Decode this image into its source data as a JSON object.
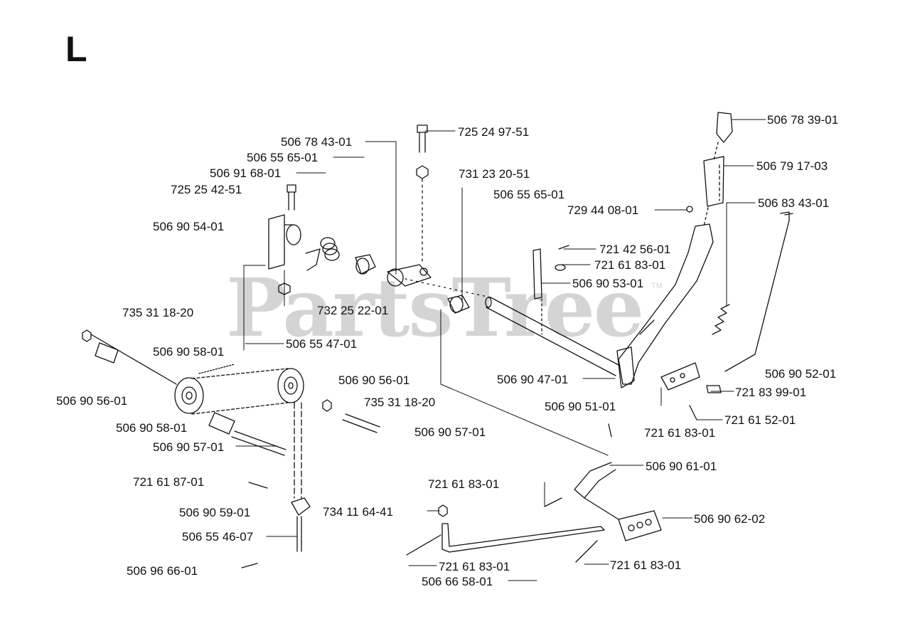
{
  "section_letter": "L",
  "watermark": "PartsTree",
  "watermark_tm": "TM",
  "part_labels": [
    "506 78 39-01",
    "725 24 97-51",
    "506 78 43-01",
    "506 55 65-01",
    "506 91 68-01",
    "725 25 42-51",
    "731 23 20-51",
    "506 79 17-03",
    "506 55 65-01",
    "729 44 08-01",
    "506 83 43-01",
    "506 90 54-01",
    "721 42 56-01",
    "721 61 83-01",
    "506 90 53-01",
    "732 25 22-01",
    "735 31 18-20",
    "506 90 58-01",
    "506 55 47-01",
    "506 90 52-01",
    "506 90 47-01",
    "506 90 56-01",
    "721 83 99-01",
    "506 90 56-01",
    "735 31 18-20",
    "506 90 51-01",
    "721 61 52-01",
    "506 90 58-01",
    "506 90 57-01",
    "721 61 83-01",
    "506 90 57-01",
    "506 90 61-01",
    "721 61 87-01",
    "721 61 83-01",
    "506 90 59-01",
    "734 11 64-41",
    "506 90 62-02",
    "506 55 46-07",
    "721 61 83-01",
    "721 61 83-01",
    "506 96 66-01",
    "506 66 58-01"
  ]
}
